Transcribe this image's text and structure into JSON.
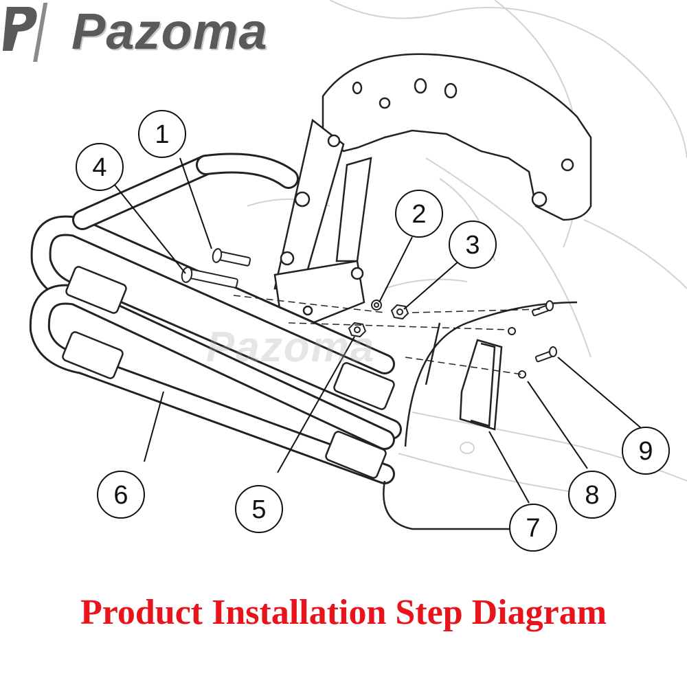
{
  "brand": {
    "name": "Pazoma",
    "watermark": "Pazoma"
  },
  "callouts": [
    {
      "id": "1",
      "label": "1"
    },
    {
      "id": "2",
      "label": "2"
    },
    {
      "id": "3",
      "label": "3"
    },
    {
      "id": "4",
      "label": "4"
    },
    {
      "id": "5",
      "label": "5"
    },
    {
      "id": "6",
      "label": "6"
    },
    {
      "id": "7",
      "label": "7"
    },
    {
      "id": "8",
      "label": "8"
    },
    {
      "id": "9",
      "label": "9"
    }
  ],
  "caption": "Product Installation Step Diagram",
  "colors": {
    "caption": "#e8131b",
    "brand": "#5a5a5a",
    "line": "#111111"
  }
}
